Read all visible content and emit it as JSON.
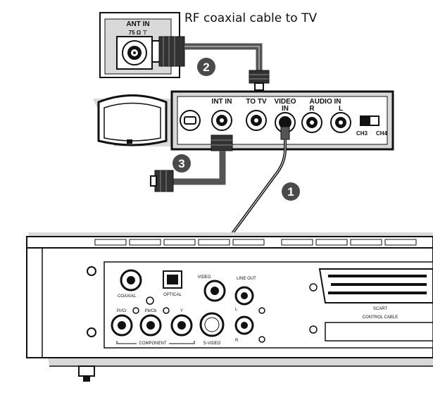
{
  "caption": "RF coaxial cable to TV",
  "wall_plate": {
    "title": "ANT IN",
    "sub": "75 Ω ⊤"
  },
  "modulator": {
    "int_in": "INT IN",
    "to_tv": "TO TV",
    "video_in_1": "VIDEO",
    "video_in_2": "IN",
    "audio_in": "AUDIO  IN",
    "audio_r": "R",
    "audio_l": "L",
    "ch3": "CH3",
    "ch4": "CH4"
  },
  "steps": [
    "1",
    "2",
    "3"
  ],
  "player": {
    "coaxial": "COAXIAL",
    "optical": "OPTICAL",
    "video": "VIDEO",
    "line_out": "LINE OUT",
    "l": "L",
    "r": "R",
    "pr": "Pr/Cr",
    "pb": "Pb/Cb",
    "y": "Y",
    "component": "COMPONENT",
    "svideo": "S-VIDEO",
    "scart": "SCART",
    "control_cable": "CONTROL CABLE"
  },
  "colors": {
    "panel": "#d9d9d9",
    "cable": "#555555",
    "dark": "#111111",
    "badge": "#4a4a4a"
  }
}
